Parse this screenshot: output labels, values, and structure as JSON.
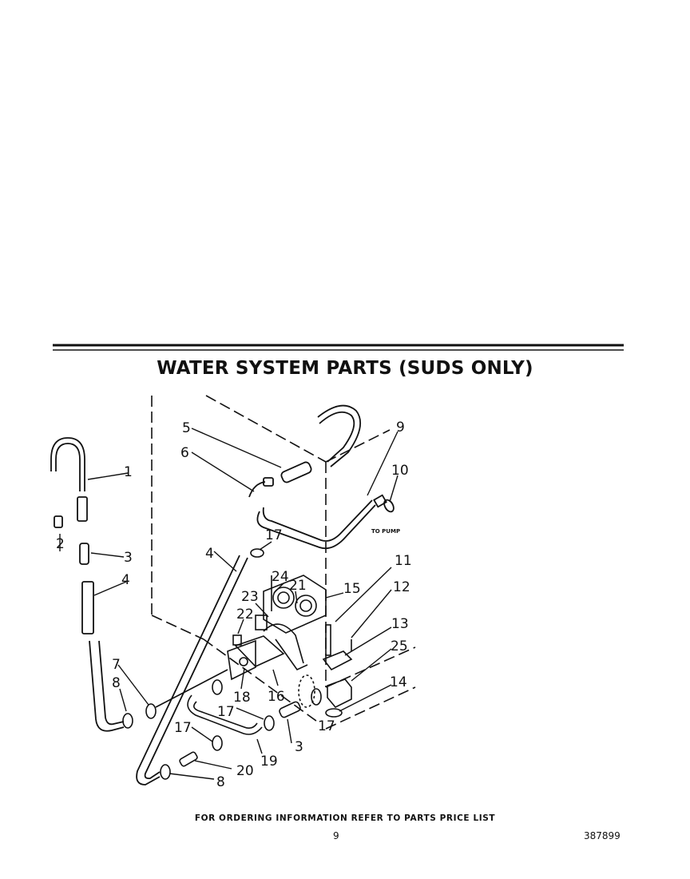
{
  "title": "WATER SYSTEM PARTS (SUDS ONLY)",
  "footer": "FOR ORDERING INFORMATION REFER TO PARTS PRICE LIST",
  "page_number": "9",
  "document_number": "387899",
  "annotation": "TO PUMP",
  "callouts": {
    "c1": "1",
    "c2": "2",
    "c3a": "3",
    "c3b": "3",
    "c4a": "4",
    "c4b": "4",
    "c5": "5",
    "c6": "6",
    "c7": "7",
    "c8a": "8",
    "c8b": "8",
    "c9": "9",
    "c10": "10",
    "c11": "11",
    "c12": "12",
    "c13": "13",
    "c14": "14",
    "c15": "15",
    "c16": "16",
    "c17a": "17",
    "c17b": "17",
    "c17c": "17",
    "c17d": "17",
    "c18": "18",
    "c19": "19",
    "c20": "20",
    "c21": "21",
    "c22": "22",
    "c23": "23",
    "c24": "24",
    "c25": "25"
  }
}
